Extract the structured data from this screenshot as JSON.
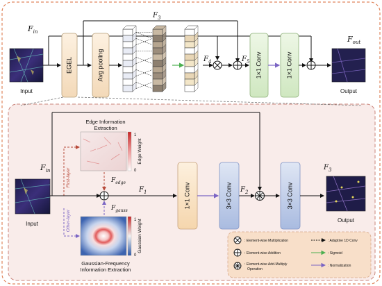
{
  "top": {
    "fin": "F",
    "fin_sub": "in",
    "f3": "F",
    "f3_sub": "3",
    "f4": "F",
    "f4_sub": "4",
    "f5": "F",
    "f5_sub": "5",
    "fout": "F",
    "fout_sub": "out",
    "input_label": "Input",
    "output_label": "Output",
    "egel_label": "EGEL",
    "avgpool_label": "Avg pooling",
    "conv1_label": "1×1 Conv",
    "conv2_label": "1×1 Conv"
  },
  "bottom": {
    "fin": "F",
    "fin_sub": "in",
    "input_label": "Input",
    "output_label": "Output",
    "edge_title_1": "Edge Information",
    "edge_title_2": "Extraction",
    "edge_cbar_label": "Edge Weight",
    "edge_cbar_max": "1",
    "edge_cbar_min": "0",
    "gauss_title_1": "Gaussian-Frequency",
    "gauss_title_2": "Information Extraction",
    "gauss_cbar_label": "Gaussian Weight",
    "gauss_cbar_max": "1",
    "gauss_cbar_min": "0",
    "first_layer": "First-layer",
    "other_layer": "Other-layer",
    "fedge": "F",
    "fedge_sub": "edge",
    "fgauss": "F",
    "fgauss_sub": "gauss",
    "f1": "F",
    "f1_sub": "1",
    "f2": "F",
    "f2_sub": "2",
    "f3": "F",
    "f3_sub": "3",
    "conv_a": "1×1 Conv",
    "conv_b": "3×3 Conv",
    "conv_c": "3×3 Conv"
  },
  "legend": {
    "mult": ": Element-wise Multiplication",
    "add": ": Element-wise Addition",
    "addmult_1": ": Element-wise Add-Multiply",
    "addmult_2": "Operation",
    "adaptive": ": Adaptive 1D Conv",
    "sigmoid": ": Sigmoid",
    "norm": ": Normalization"
  },
  "colors": {
    "orange_dash": "#e0855c",
    "conv_orange": "#fbe7cd",
    "conv_green": "#dcefd1",
    "conv_blue": "#b9c8e6",
    "egel": "#f8e7cf",
    "avg": "#f8e7cf",
    "bottom_bg": "#f9ecea",
    "legend_bg": "#f8dfc9",
    "arrow_purple": "#7b65c4",
    "arrow_green": "#4caf50",
    "arrow_red": "#b84a3a"
  }
}
